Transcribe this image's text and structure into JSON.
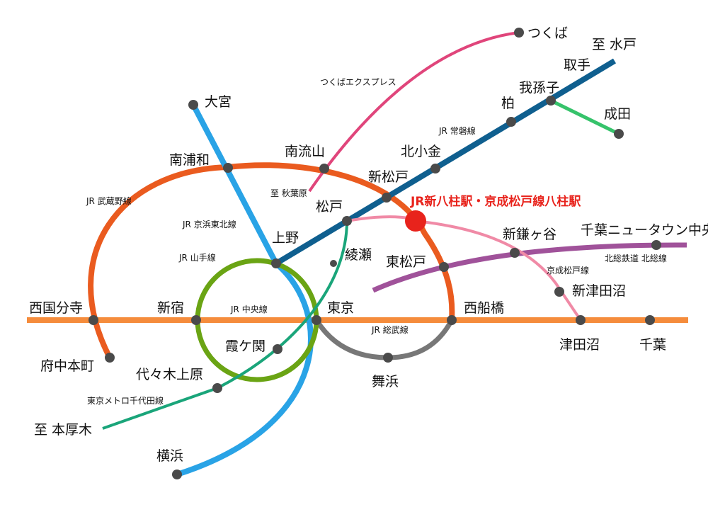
{
  "highlight": {
    "label": "JR新八柱駅・京成松戸線八柱駅",
    "color": "#e8231c"
  },
  "stations": {
    "tsukuba": "つくば",
    "mito": "至 水戸",
    "toride": "取手",
    "abiko": "我孫子",
    "kashiwa": "柏",
    "narita": "成田",
    "omiya": "大宮",
    "minaminagareyama": "南流山",
    "minamiurawa": "南浦和",
    "kitakogane": "北小金",
    "shinmatsudo": "新松戸",
    "akihabara": "至 秋葉原",
    "matsudo": "松戸",
    "ueno": "上野",
    "ayase": "綾瀬",
    "higashimatsudo": "東松戸",
    "shinkamagaya": "新鎌ヶ谷",
    "chiba_nt_chuo": "千葉ニュータウン中央駅",
    "tokyo": "東京",
    "nishifunabashi": "西船橋",
    "shintsudanuma": "新津田沼",
    "tsudanuma": "津田沼",
    "chiba": "千葉",
    "nishikokubunji": "西国分寺",
    "shinjuku": "新宿",
    "fuchuhonmachi": "府中本町",
    "kasumigaseki": "霞ケ関",
    "yoyogiuehara": "代々木上原",
    "maihama": "舞浜",
    "honatsugi": "至 本厚木",
    "yokohama": "横浜"
  },
  "lines": {
    "tsukuba_express": {
      "label": "つくばエクスプレス",
      "color": "#e0457b"
    },
    "joban": {
      "label": "JR 常磐線",
      "color": "#0f5f8f"
    },
    "narita_line": {
      "color": "#36c36b"
    },
    "musashino": {
      "label": "JR 武蔵野線",
      "color": "#ea5b1f"
    },
    "keihin_tohoku": {
      "label": "JR 京浜東北線",
      "color": "#29a3e6"
    },
    "yamanote": {
      "label": "JR 山手線",
      "color": "#6aa414"
    },
    "chuo": {
      "label": "JR 中央線",
      "color": "#f58c3c"
    },
    "sobu": {
      "label": "JR 総武線",
      "color": "#f58c3c"
    },
    "keiyo": {
      "color": "#777777"
    },
    "chiyoda": {
      "label": "東京メトロ千代田線",
      "color": "#1aa57a"
    },
    "hokuso": {
      "label": "北総鉄道 北総線",
      "color": "#a0529a"
    },
    "keisei_matsudo": {
      "label": "京成松戸線",
      "color": "#f08aa6"
    }
  }
}
